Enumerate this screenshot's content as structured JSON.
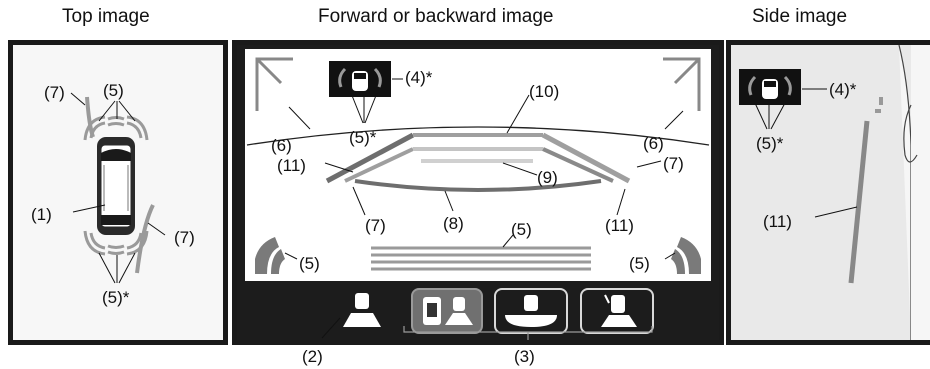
{
  "titles": {
    "top": "Top image",
    "front": "Forward or backward image",
    "side": "Side image"
  },
  "labels": {
    "l1": "(1)",
    "l2": "(2)",
    "l3": "(3)",
    "l4": "(4)*",
    "l5": "(5)",
    "l5s": "(5)*",
    "l6": "(6)",
    "l7": "(7)",
    "l8": "(8)",
    "l9": "(9)",
    "l10": "(10)",
    "l11": "(11)"
  },
  "colors": {
    "sensor_gray": "#9a9a9a",
    "guide_red": "#7a7a7a",
    "guide_yellow": "#b4b4b4",
    "guide_green": "#c8c8c8",
    "guide_white": "#d8d8d8",
    "screen_dark": "#1c1c1c"
  },
  "icons": {
    "car_top": "car-top-view-icon",
    "sensor_indicator": "sensor-indicator-icon",
    "view_select": "view-select-icon",
    "mode_top_front": "mode-top-front-icon",
    "mode_wide": "mode-wide-icon",
    "mode_side": "mode-side-icon"
  }
}
